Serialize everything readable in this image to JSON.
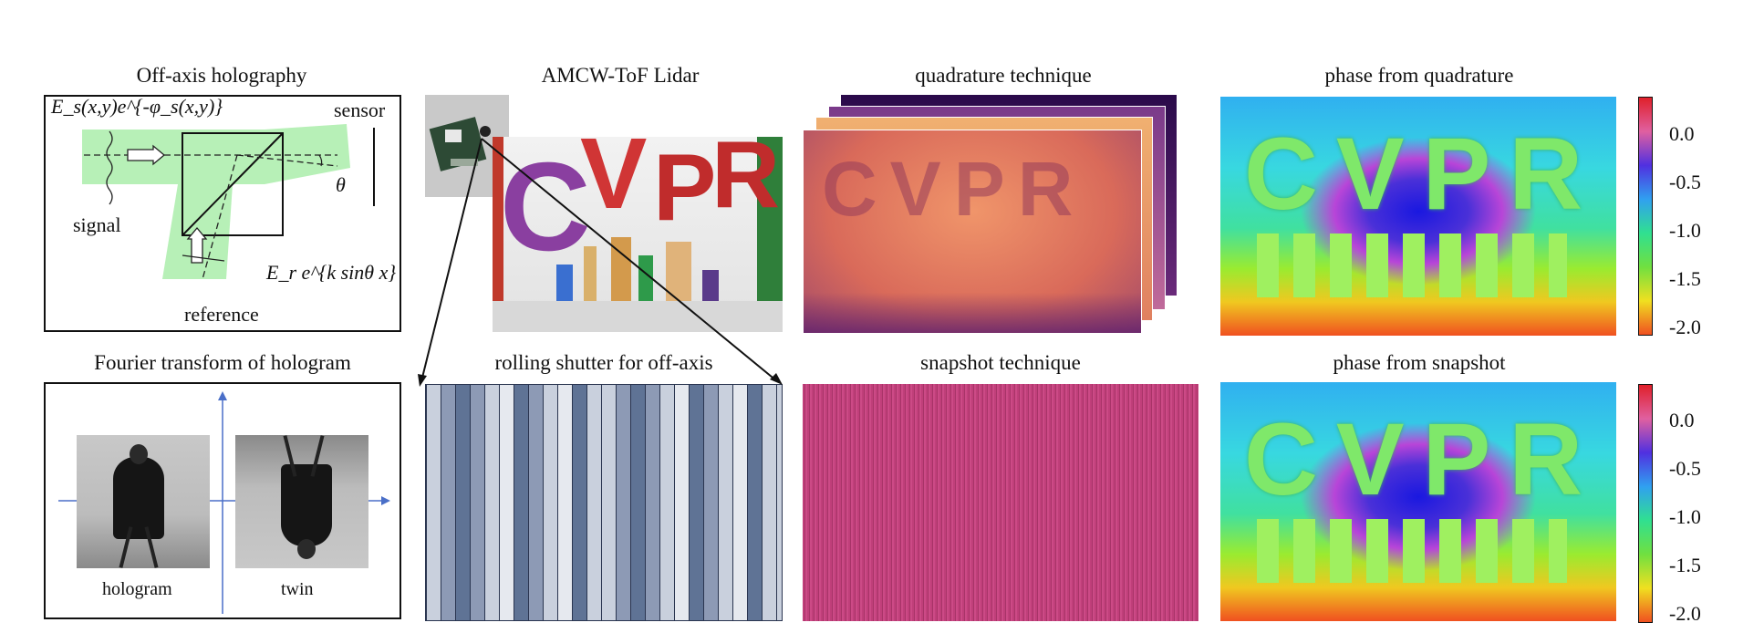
{
  "panels": {
    "off_axis": {
      "title": "Off-axis holography",
      "signal_label": "signal",
      "reference_label": "reference",
      "sensor_label": "sensor",
      "signal_field": "E_s(x,y)e^{-φ_s(x,y)}",
      "reference_field": "E_r e^{k sinθ x}",
      "angle_label": "θ"
    },
    "lidar": {
      "title": "AMCW-ToF Lidar"
    },
    "quadrature": {
      "title": "quadrature technique"
    },
    "phase_quadrature": {
      "title": "phase from quadrature"
    },
    "fourier": {
      "title": "Fourier transform of hologram",
      "hologram_label": "hologram",
      "twin_label": "twin"
    },
    "rolling": {
      "title": "rolling shutter for off-axis"
    },
    "snapshot": {
      "title": "snapshot technique"
    },
    "phase_snapshot": {
      "title": "phase from snapshot"
    }
  },
  "colorbar": {
    "ticks": [
      "0.0",
      "-0.5",
      "-1.0",
      "-1.5",
      "-2.0"
    ],
    "colors": [
      "#e0202a",
      "#e060a0",
      "#5030e0",
      "#30a0f0",
      "#30e090",
      "#70e040",
      "#f0e020",
      "#f05020"
    ]
  },
  "scene_letters": [
    "C",
    "V",
    "P",
    "R"
  ],
  "colors": {
    "beam_green": "#b7f0b7",
    "stripe_dark": "#5f7395",
    "stripe_mid": "#8d9ab5",
    "stripe_light": "#c9d0dd",
    "snapshot_magenta": "#c03f7a"
  }
}
